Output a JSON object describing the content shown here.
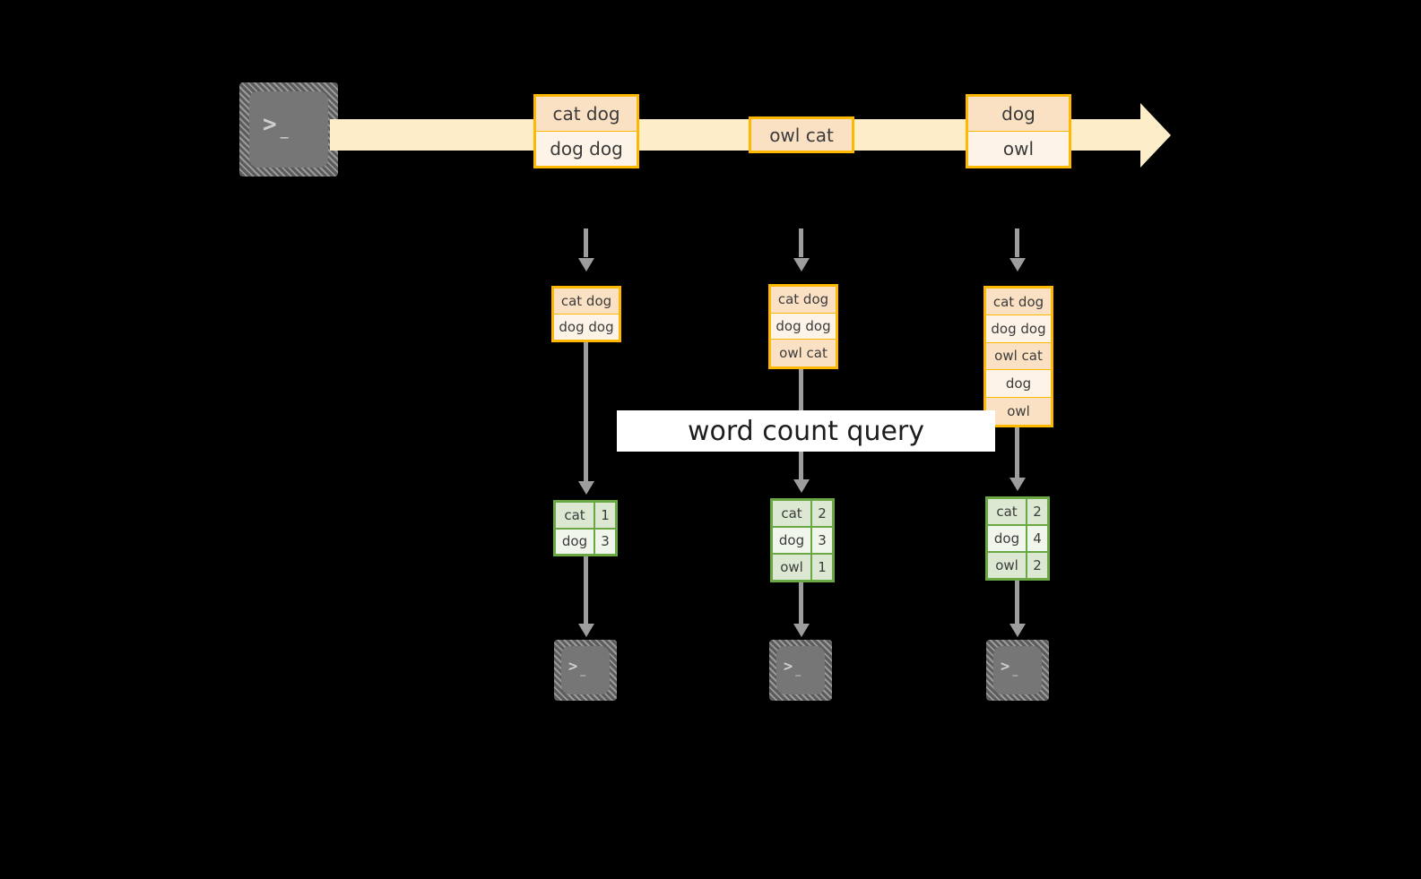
{
  "diagram": {
    "title_label": "word count query",
    "colors": {
      "stream_fill": "#fdeec9",
      "event_border": "#ffb800",
      "event_fill_light": "#fdf3e7",
      "event_fill_dark": "#fbe1c4",
      "result_border": "#6aa843",
      "result_fill_light": "#f1f6ec",
      "result_fill_dark": "#dde8d2",
      "connector": "#9d9d9d",
      "terminal_body": "#767676",
      "background": "#000000"
    },
    "source": {
      "icon": "terminal-icon",
      "glyph": ">_"
    },
    "stream": {
      "groups": [
        {
          "rows": [
            {
              "text": "cat dog",
              "shade": "dark"
            },
            {
              "text": "dog dog",
              "shade": "light"
            }
          ]
        },
        {
          "rows": [
            {
              "text": "owl cat",
              "shade": "dark"
            }
          ]
        },
        {
          "rows": [
            {
              "text": "dog",
              "shade": "dark"
            },
            {
              "text": "owl",
              "shade": "light"
            }
          ]
        }
      ]
    },
    "columns": [
      {
        "name": "snapshot-1",
        "events": [
          {
            "text": "cat dog",
            "shade": "dark"
          },
          {
            "text": "dog dog",
            "shade": "light"
          }
        ],
        "results": [
          {
            "key": "cat",
            "value": "1",
            "shade": "dark"
          },
          {
            "key": "dog",
            "value": "3",
            "shade": "light"
          }
        ],
        "sink": {
          "icon": "terminal-icon",
          "glyph": ">_"
        }
      },
      {
        "name": "snapshot-2",
        "events": [
          {
            "text": "cat dog",
            "shade": "dark"
          },
          {
            "text": "dog dog",
            "shade": "light"
          },
          {
            "text": "owl cat",
            "shade": "dark"
          }
        ],
        "results": [
          {
            "key": "cat",
            "value": "2",
            "shade": "dark"
          },
          {
            "key": "dog",
            "value": "3",
            "shade": "light"
          },
          {
            "key": "owl",
            "value": "1",
            "shade": "dark"
          }
        ],
        "sink": {
          "icon": "terminal-icon",
          "glyph": ">_"
        }
      },
      {
        "name": "snapshot-3",
        "events": [
          {
            "text": "cat dog",
            "shade": "dark"
          },
          {
            "text": "dog dog",
            "shade": "light"
          },
          {
            "text": "owl cat",
            "shade": "dark"
          },
          {
            "text": "dog",
            "shade": "light"
          },
          {
            "text": "owl",
            "shade": "dark"
          }
        ],
        "results": [
          {
            "key": "cat",
            "value": "2",
            "shade": "dark"
          },
          {
            "key": "dog",
            "value": "4",
            "shade": "light"
          },
          {
            "key": "owl",
            "value": "2",
            "shade": "dark"
          }
        ],
        "sink": {
          "icon": "terminal-icon",
          "glyph": ">_"
        }
      }
    ]
  }
}
